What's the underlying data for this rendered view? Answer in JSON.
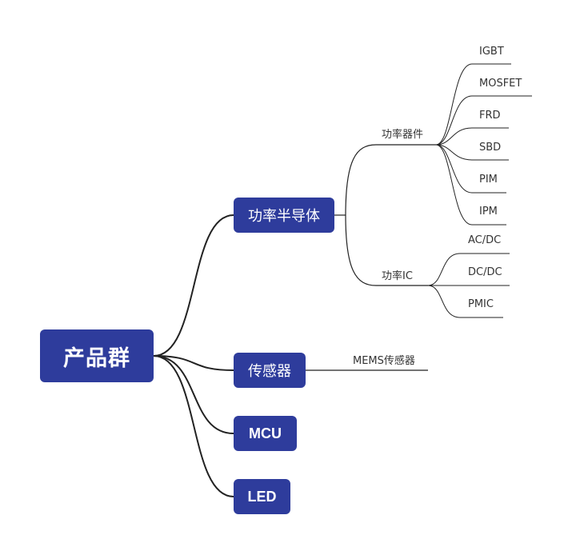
{
  "mindmap": {
    "root": {
      "label": "产品群"
    },
    "branches": [
      {
        "label": "功率半导体",
        "children": [
          {
            "label": "功率器件",
            "children": [
              "IGBT",
              "MOSFET",
              "FRD",
              "SBD",
              "PIM",
              "IPM"
            ]
          },
          {
            "label": "功率IC",
            "children": [
              "AC/DC",
              "DC/DC",
              "PMIC"
            ]
          }
        ]
      },
      {
        "label": "传感器",
        "children": [
          {
            "label": "MEMS传感器"
          }
        ]
      },
      {
        "label": "MCU",
        "children": []
      },
      {
        "label": "LED",
        "children": []
      }
    ]
  },
  "colors": {
    "node_fill": "#2e3c9c",
    "node_text": "#ffffff",
    "line": "#222222",
    "leaf_text": "#333333"
  }
}
